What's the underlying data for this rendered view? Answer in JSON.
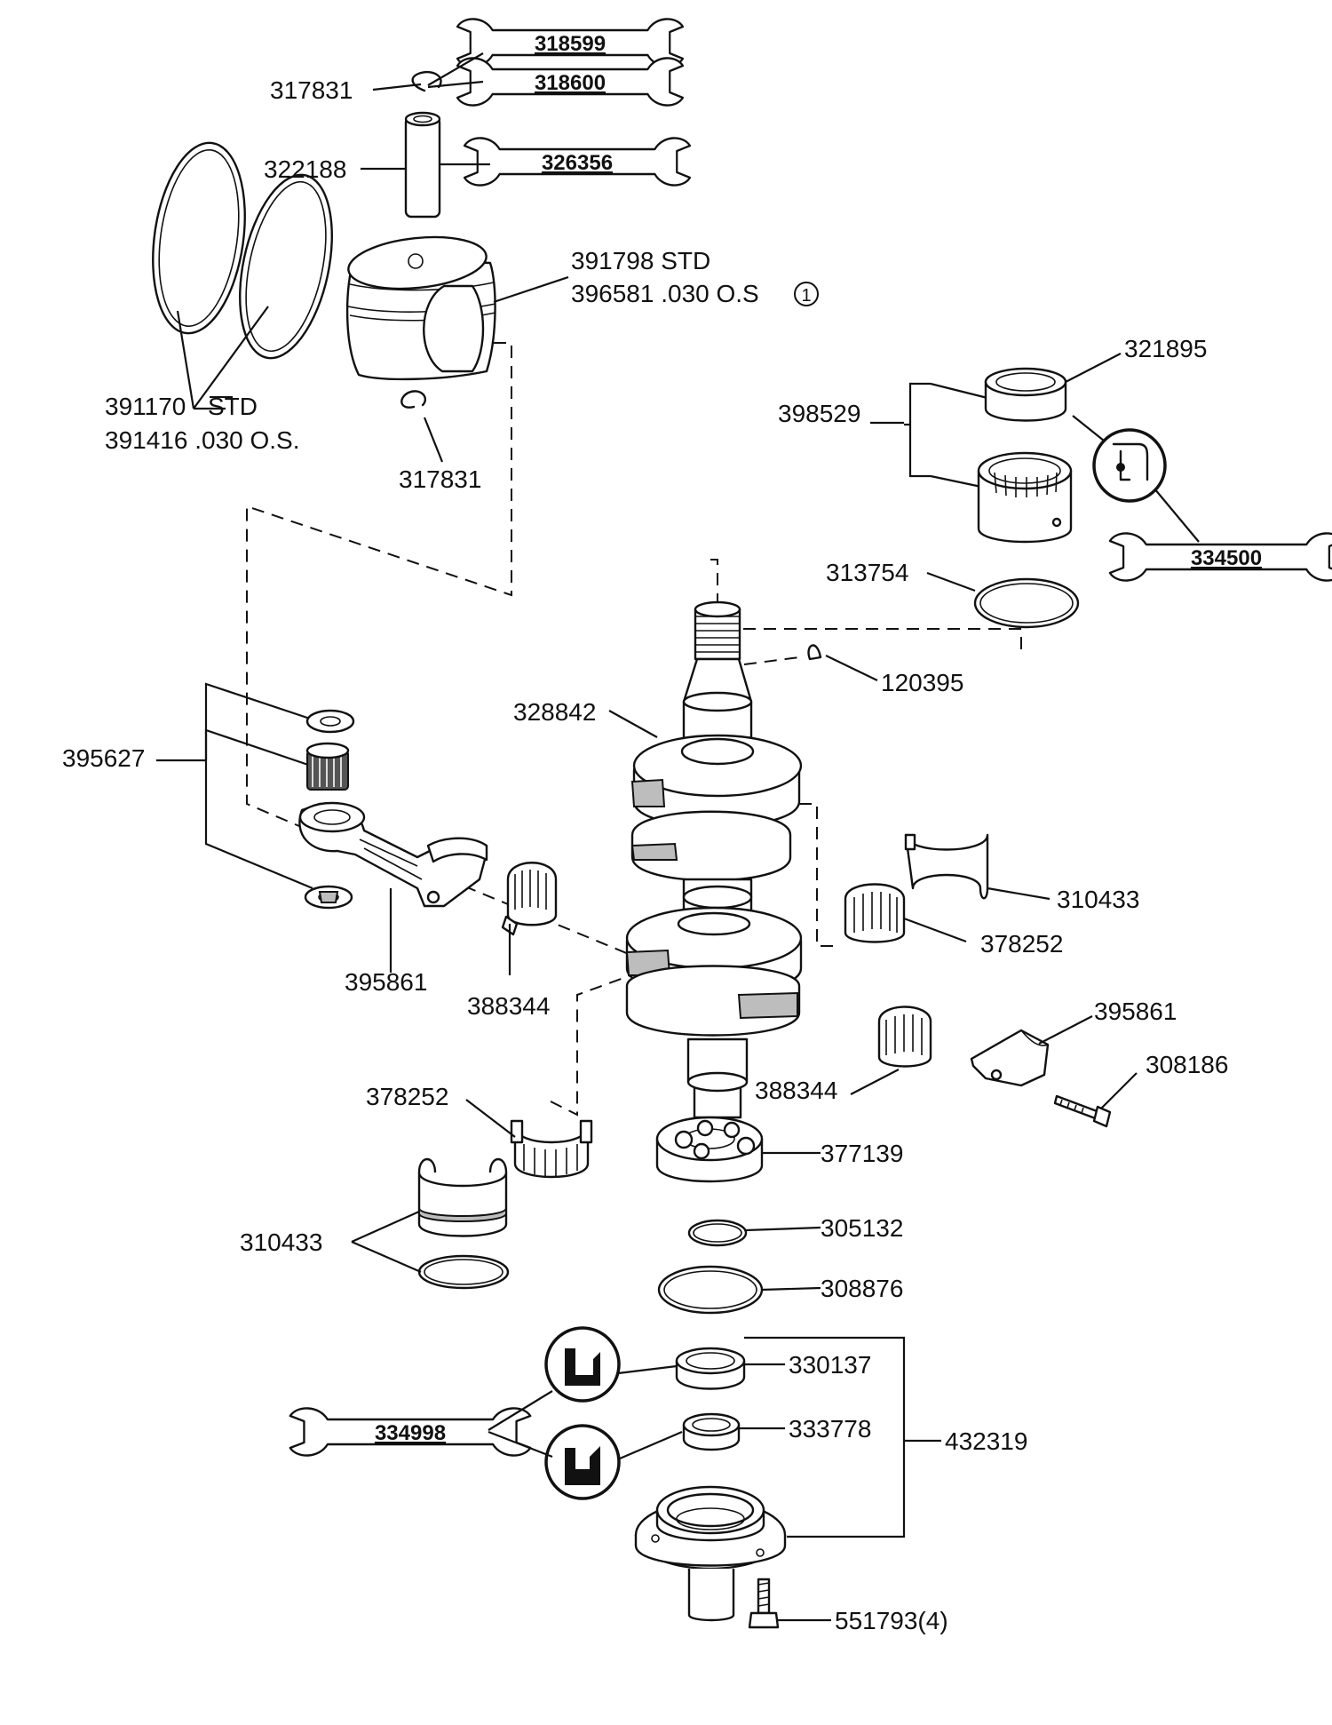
{
  "labels": {
    "p317831_top": "317831",
    "p322188": "322188",
    "piston_std": "391798 STD",
    "piston_os": "396581 .030 O.S",
    "piston_note": "1",
    "rings_std_num": "391170",
    "rings_std_suffix": "STD",
    "rings_os": "391416 .030 O.S.",
    "p317831_bottom": "317831",
    "p321895": "321895",
    "p398529": "398529",
    "p313754": "313754",
    "p120395": "120395",
    "p328842": "328842",
    "p395627": "395627",
    "p395861_left": "395861",
    "p388344_left": "388344",
    "p310433_right": "310433",
    "p378252_right": "378252",
    "p395861_right": "395861",
    "p308186": "308186",
    "p388344_right": "388344",
    "p378252_left": "378252",
    "p377139": "377139",
    "p310433_left": "310433",
    "p305132": "305132",
    "p308876": "308876",
    "p330137": "330137",
    "p333778": "333778",
    "p432319": "432319",
    "p551793": "551793(4)"
  },
  "tools": {
    "t318599": "318599",
    "t318600": "318600",
    "t326356": "326356",
    "t334500": "334500",
    "t334998": "334998"
  },
  "icons": [
    "wrench-icon",
    "lubricant-icon",
    "sealant-icon"
  ]
}
